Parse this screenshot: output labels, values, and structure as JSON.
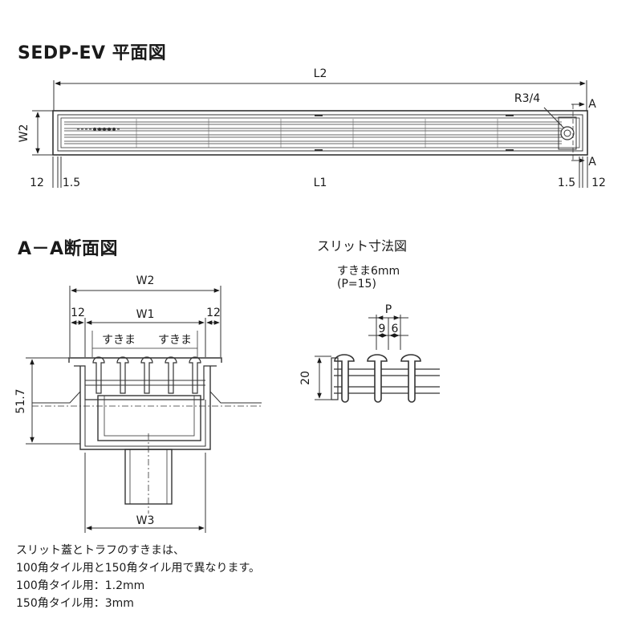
{
  "plan": {
    "title": "SEDP-EV 平面図",
    "labels": {
      "L2": "L2",
      "L1": "L1",
      "W2": "W2",
      "R": "R3/4",
      "A_top": "A",
      "A_bottom": "A",
      "left_12": "12",
      "left_15": "1.5",
      "right_15": "1.5",
      "right_12": "12"
    }
  },
  "section": {
    "title": "A－A断面図",
    "labels": {
      "W2": "W2",
      "W1": "W1",
      "W3": "W3",
      "left_12": "12",
      "right_12": "12",
      "gap_left": "すきま",
      "gap_right": "すきま",
      "height": "51.7"
    }
  },
  "slit": {
    "title": "スリット寸法図",
    "gap": "すきま6mm",
    "pitch_note": "(P=15)",
    "labels": {
      "P": "P",
      "d9": "9",
      "d6": "6",
      "h20": "20"
    }
  },
  "notes": [
    "スリット蓋とトラフのすきまは、",
    "100角タイル用と150角タイル用で異なります。",
    "100角タイル用：1.2mm",
    "150角タイル用：3mm"
  ]
}
